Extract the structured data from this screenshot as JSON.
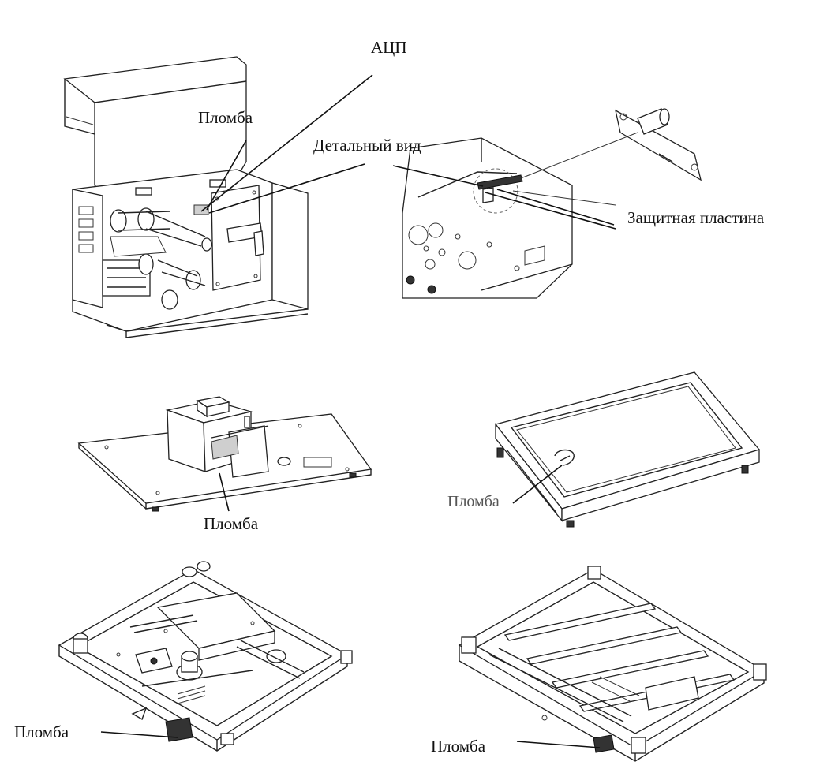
{
  "labels": {
    "adc": "АЦП",
    "seal_printer": "Пломба",
    "detail_view": "Детальный вид",
    "protective_plate": "Защитная пластина",
    "seal_board": "Пломба",
    "seal_platform": "Пломба",
    "seal_frame_left": "Пломба",
    "seal_frame_right": "Пломба"
  },
  "colors": {
    "line": "#222222",
    "background": "#ffffff",
    "seal_fill": "#cfcfcf"
  }
}
